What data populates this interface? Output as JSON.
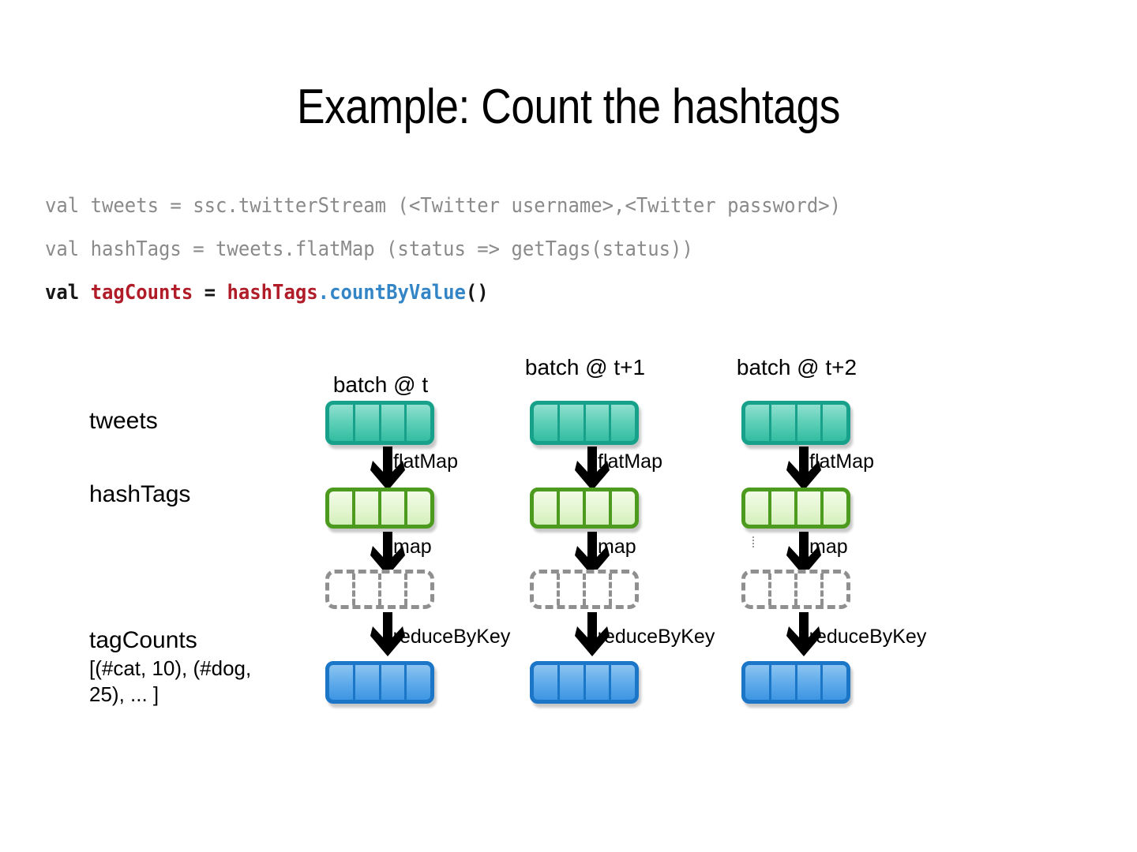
{
  "title": "Example: Count the hashtags",
  "code": {
    "line1": "val tweets = ssc.twitterStream (<Twitter username>,<Twitter password>)",
    "line2": "val hashTags = tweets.flatMap (status => getTags(status))",
    "line3": {
      "kw": "val ",
      "var": "tagCounts",
      "eq": " = ",
      "src": "hashTags",
      "dot": ".",
      "method": "countByValue",
      "parens": "()"
    },
    "colors": {
      "dim": "#8a8a8a",
      "red": "#b01c28",
      "blue": "#3385c6",
      "black": "#161616"
    }
  },
  "stages": {
    "tweets": "tweets",
    "hashtags": "hashTags",
    "tagcounts": "tagCounts",
    "tagcounts_sample": "[(#cat, 10), (#dog, 25), ... ]"
  },
  "operations": {
    "flatmap": "flatMap",
    "map": "map",
    "reduce": "reduceByKey"
  },
  "box_colors": {
    "tweets_border": "#17a08a",
    "tweets_fill": "#5ecfb7",
    "hashtags_border": "#4c9a1e",
    "hashtags_fill": "#e2f5cf",
    "ghost_border": "#8f8f8f",
    "ghost_fill": "#ffffff",
    "tagcounts_border": "#1b76c8",
    "tagcounts_fill": "#60aceb"
  },
  "columns": [
    {
      "caption": "batch @ t",
      "cells": 4
    },
    {
      "caption": "batch @ t+1",
      "cells": 4
    },
    {
      "caption": "batch @ t+2",
      "cells": 4
    }
  ]
}
